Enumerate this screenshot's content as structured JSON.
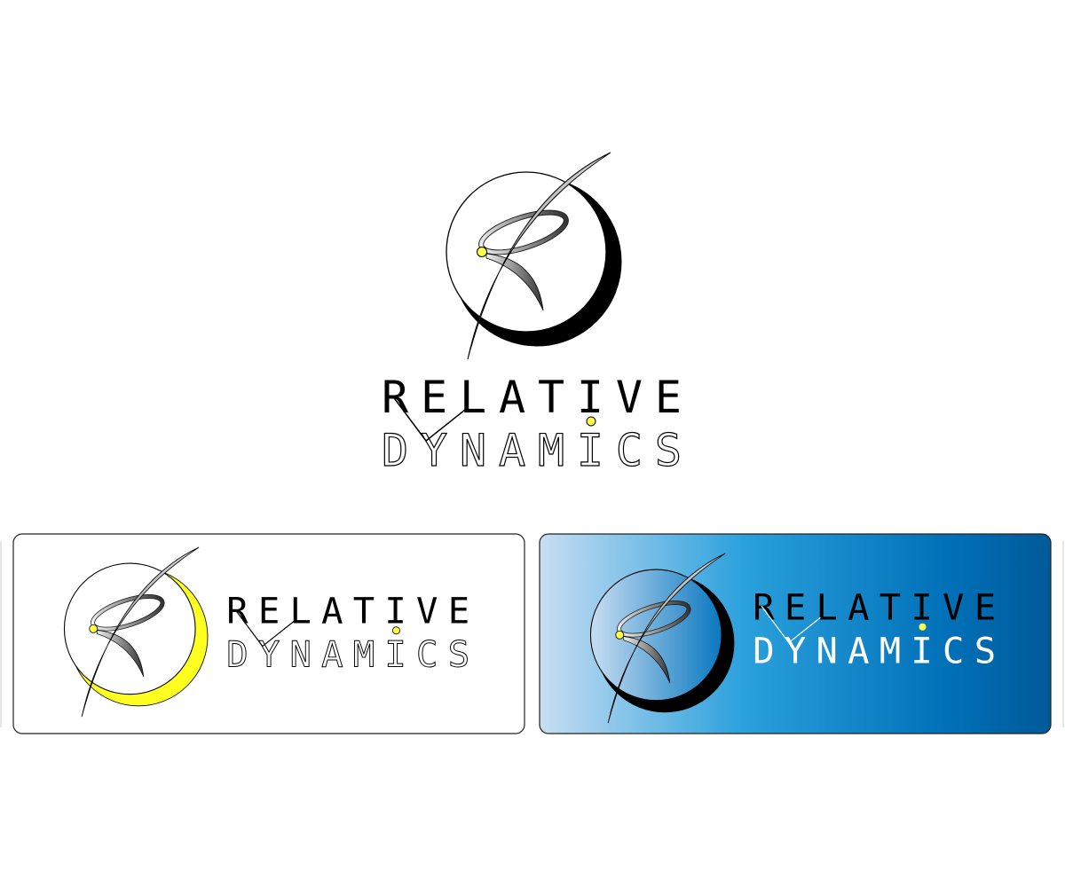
{
  "brand": {
    "line1": "RELATIVE",
    "line2": "DYNAMICS"
  },
  "variants": [
    {
      "name": "main",
      "crescent_color": "#000000",
      "background": "#ffffff"
    },
    {
      "name": "light-panel",
      "crescent_color": "#ffff22",
      "background": "#ffffff"
    },
    {
      "name": "blue-panel",
      "crescent_color": "#000000",
      "background_gradient": [
        "#c8def2",
        "#2aa0dc",
        "#0070b8",
        "#005a98"
      ],
      "line2_color": "#ffffff"
    }
  ],
  "colors": {
    "accent_dot": "#ffff44",
    "swoosh": "#888888"
  }
}
